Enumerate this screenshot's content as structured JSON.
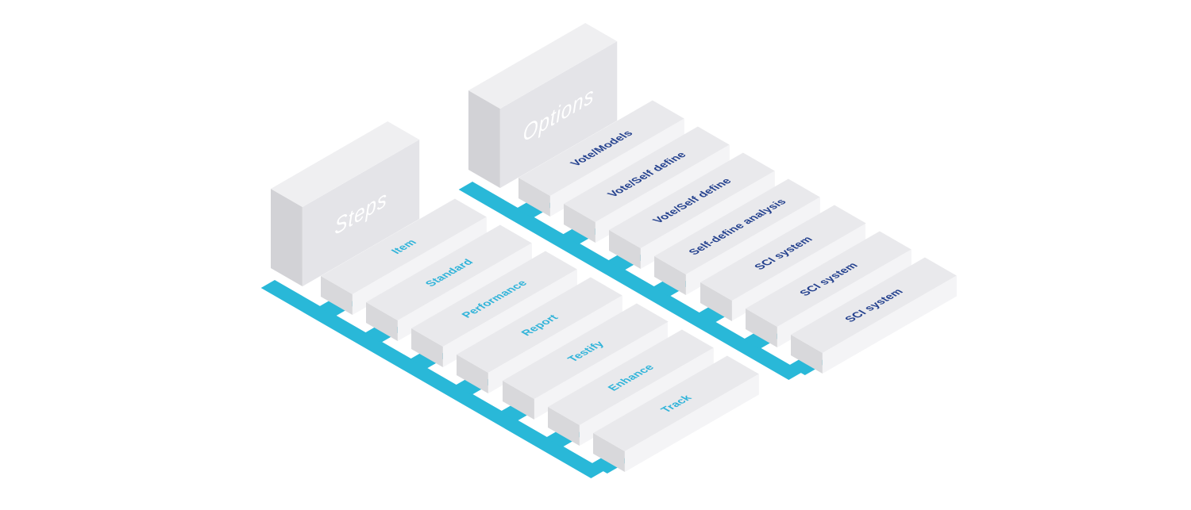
{
  "diagram": {
    "steps": {
      "header": "Steps",
      "items": [
        "Item",
        "Standard",
        "Performance",
        "Report",
        "Testify",
        "Enhance",
        "Track"
      ]
    },
    "options": {
      "header": "Options",
      "items": [
        "Vote/Models",
        "Vote/Self define",
        "Vote/Self define",
        "Self-define analysis",
        "SCI system",
        "SCI system",
        "SCI system"
      ]
    }
  },
  "colors": {
    "background": "#ffffff",
    "rail": "#29b8d8",
    "left-label": "#2fb3d9",
    "right-label": "#24418e",
    "header-label": "#ffffff",
    "face-top": "#e9e9ec",
    "face-side": "#f4f4f6",
    "face-end": "#d8d8db",
    "header-top": "#efeff1",
    "header-face": "#e4e4e8",
    "header-end": "#d2d2d6"
  }
}
